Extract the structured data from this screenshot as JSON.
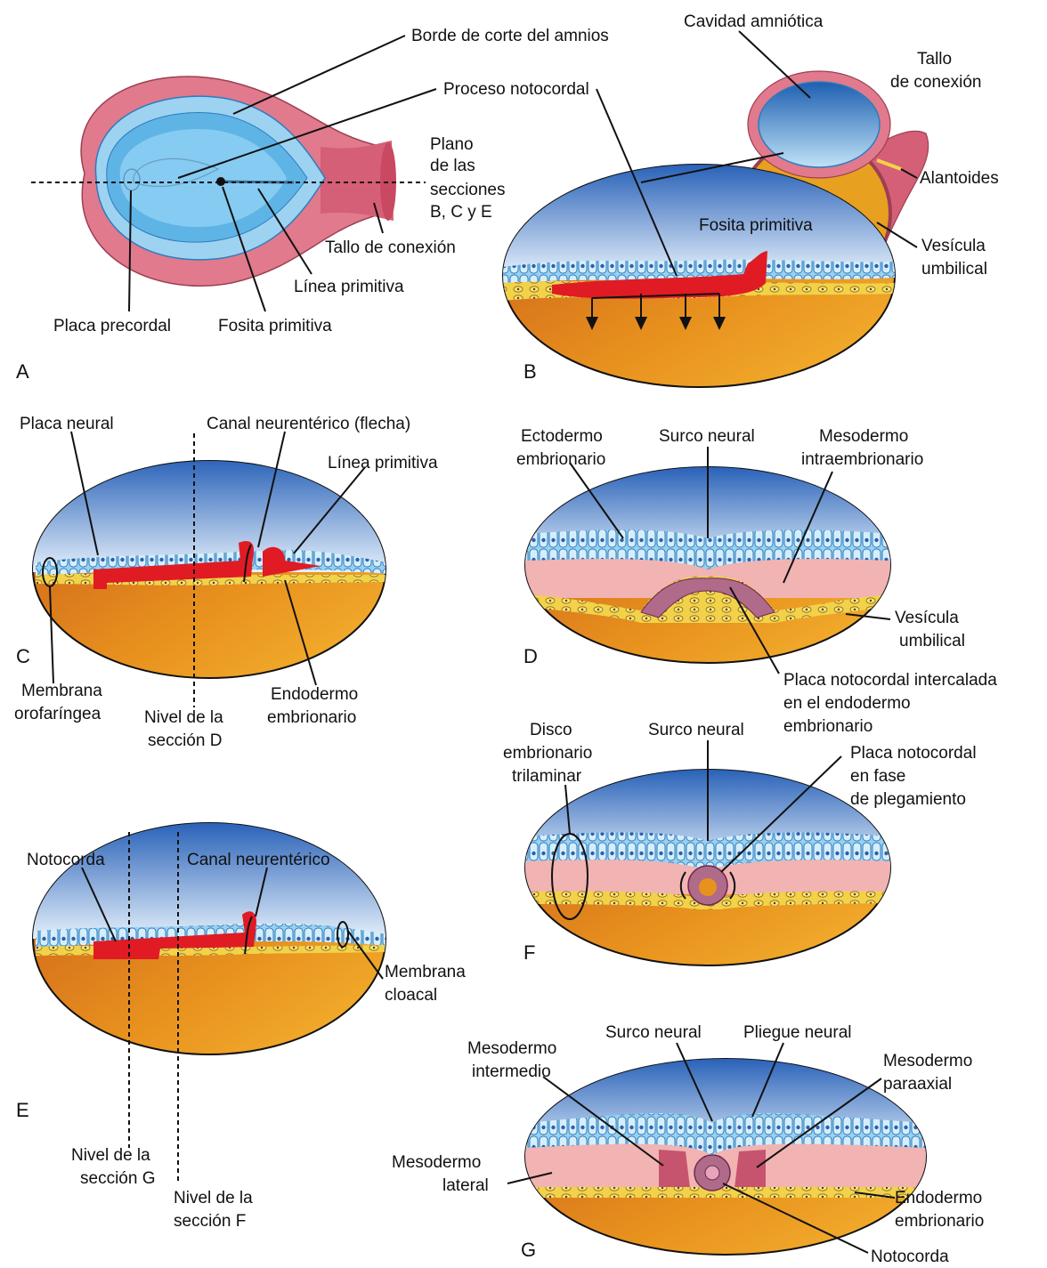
{
  "colors": {
    "amnion_pink": "#e07a8c",
    "disc_blue": "#5fb4e6",
    "notochord_red": "#e01b24",
    "yolk_orange": "#e8921e",
    "mesoderm_pink": "#f2b3b3",
    "endoderm_yellow": "#f2d24a",
    "sky_blue": "#2f6fc0"
  },
  "panels": {
    "A": "A",
    "B": "B",
    "C": "C",
    "D": "D",
    "E": "E",
    "F": "F",
    "G": "G"
  },
  "labels": {
    "a_borde_corte": "Borde de corte del amnios",
    "a_proceso_notocordal": "Proceso notocordal",
    "a_plano_1": "Plano",
    "a_plano_2": "de las",
    "a_plano_3": "secciones",
    "a_plano_4": "B, C y E",
    "a_tallo": "Tallo de conexión",
    "a_linea": "Línea primitiva",
    "a_placa_precordal": "Placa precordal",
    "a_fosita": "Fosita primitiva",
    "b_cavidad": "Cavidad amniótica",
    "b_tallo_1": "Tallo",
    "b_tallo_2": "de conexión",
    "b_alantoides": "Alantoides",
    "b_fosita": "Fosita primitiva",
    "b_vesicula_1": "Vesícula",
    "b_vesicula_2": "umbilical",
    "c_placa_neural": "Placa neural",
    "c_canal": "Canal neurentérico (flecha)",
    "c_linea": "Línea primitiva",
    "c_membrana_1": "Membrana",
    "c_membrana_2": "orofaríngea",
    "c_nivel_1": "Nivel de la",
    "c_nivel_2": "sección D",
    "c_endodermo_1": "Endodermo",
    "c_endodermo_2": "embrionario",
    "d_ecto_1": "Ectodermo",
    "d_ecto_2": "embrionario",
    "d_surco": "Surco neural",
    "d_meso_1": "Mesodermo",
    "d_meso_2": "intraembrionario",
    "d_vesicula_1": "Vesícula",
    "d_vesicula_2": "umbilical",
    "d_placa_1": "Placa notocordal intercalada",
    "d_placa_2": "en el endodermo",
    "d_placa_3": "embrionario",
    "f_disco_1": "Disco",
    "f_disco_2": "embrionario",
    "f_disco_3": "trilaminar",
    "f_surco": "Surco neural",
    "f_placa_1": "Placa notocordal",
    "f_placa_2": "en fase",
    "f_placa_3": "de plegamiento",
    "e_notocorda": "Notocorda",
    "e_canal": "Canal neurentérico",
    "e_membrana_1": "Membrana",
    "e_membrana_2": "cloacal",
    "e_nivel_g_1": "Nivel de la",
    "e_nivel_g_2": "sección G",
    "e_nivel_f_1": "Nivel de la",
    "e_nivel_f_2": "sección F",
    "g_surco": "Surco neural",
    "g_pliegue": "Pliegue neural",
    "g_meso_int_1": "Mesodermo",
    "g_meso_int_2": "intermedio",
    "g_meso_para_1": "Mesodermo",
    "g_meso_para_2": "paraaxial",
    "g_meso_lat_1": "Mesodermo",
    "g_meso_lat_2": "lateral",
    "g_endo_1": "Endodermo",
    "g_endo_2": "embrionario",
    "g_notocorda": "Notocorda"
  }
}
